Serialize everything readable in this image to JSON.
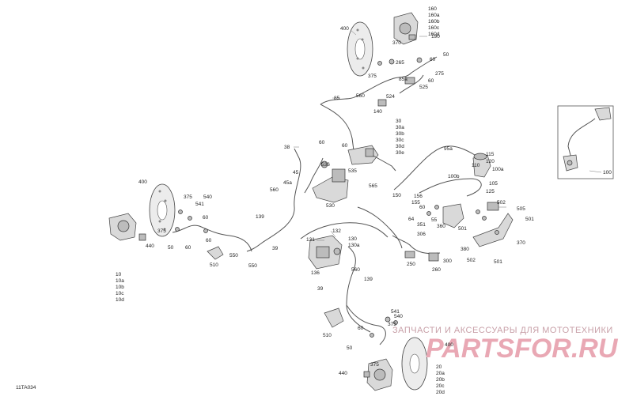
{
  "diagram": {
    "code": "11TA034",
    "watermark_line1": "ЗАПЧАСТИ И АКСЕССУАРЫ ДЛЯ МОТОТЕХНИКИ",
    "watermark_line2": "PARTSFOR.RU",
    "stacks": {
      "s160": "160\n160a\n160b\n160c\n160d",
      "s30": "30\n30a\n30b\n30c\n30d\n30e",
      "s10": "10\n10a\n10b\n10c\n10d",
      "s20": "20\n20a\n20b\n20c\n20d",
      "s130": "130\n130a"
    },
    "labels": {
      "l400a": "400",
      "l190": "190",
      "l370a": "370",
      "l265": "265",
      "l60a": "60",
      "l275": "275",
      "l50a": "50",
      "l375a": "375",
      "l85a": "85a",
      "l524": "524",
      "l525": "525",
      "l60b": "60",
      "l560a": "560",
      "l85": "85",
      "l140": "140",
      "l38": "38",
      "l60c": "60",
      "l60d": "60",
      "l45": "45",
      "l536": "536",
      "l535": "535",
      "l560b": "560",
      "l45a": "45a",
      "l530": "530",
      "l565": "565",
      "l95a": "95a",
      "l150": "150",
      "l156": "156",
      "l155": "155",
      "l100b": "100b",
      "l110": "110",
      "l115": "115",
      "l120": "120",
      "l105": "105",
      "l100a": "100a",
      "l125": "125",
      "l100": "100",
      "l400b": "400",
      "l375b": "375",
      "l540a": "540",
      "l541a": "541",
      "l60e": "60",
      "l375c": "375",
      "l440a": "440",
      "l50b": "50",
      "l60f": "60",
      "l510a": "510",
      "l550a": "550",
      "l550b": "550",
      "l139a": "139",
      "l39a": "39",
      "l131": "131",
      "l132": "132",
      "l136": "136",
      "l560c": "560",
      "l139b": "139",
      "l39b": "39",
      "l60g": "60",
      "l64": "64",
      "l60h": "60",
      "l55": "55",
      "l502": "502",
      "l505": "505",
      "l501a": "501",
      "l501b": "501",
      "l360": "360",
      "l351": "351",
      "l306": "306",
      "l250": "250",
      "l300": "300",
      "l260": "260",
      "l380": "380",
      "l502b": "502",
      "l501c": "501",
      "l370b": "370",
      "l540b": "540",
      "l541b": "541",
      "l510b": "510",
      "l60i": "60",
      "l50c": "50",
      "l375d": "375",
      "l375e": "375",
      "l400c": "400",
      "l440b": "440"
    }
  }
}
